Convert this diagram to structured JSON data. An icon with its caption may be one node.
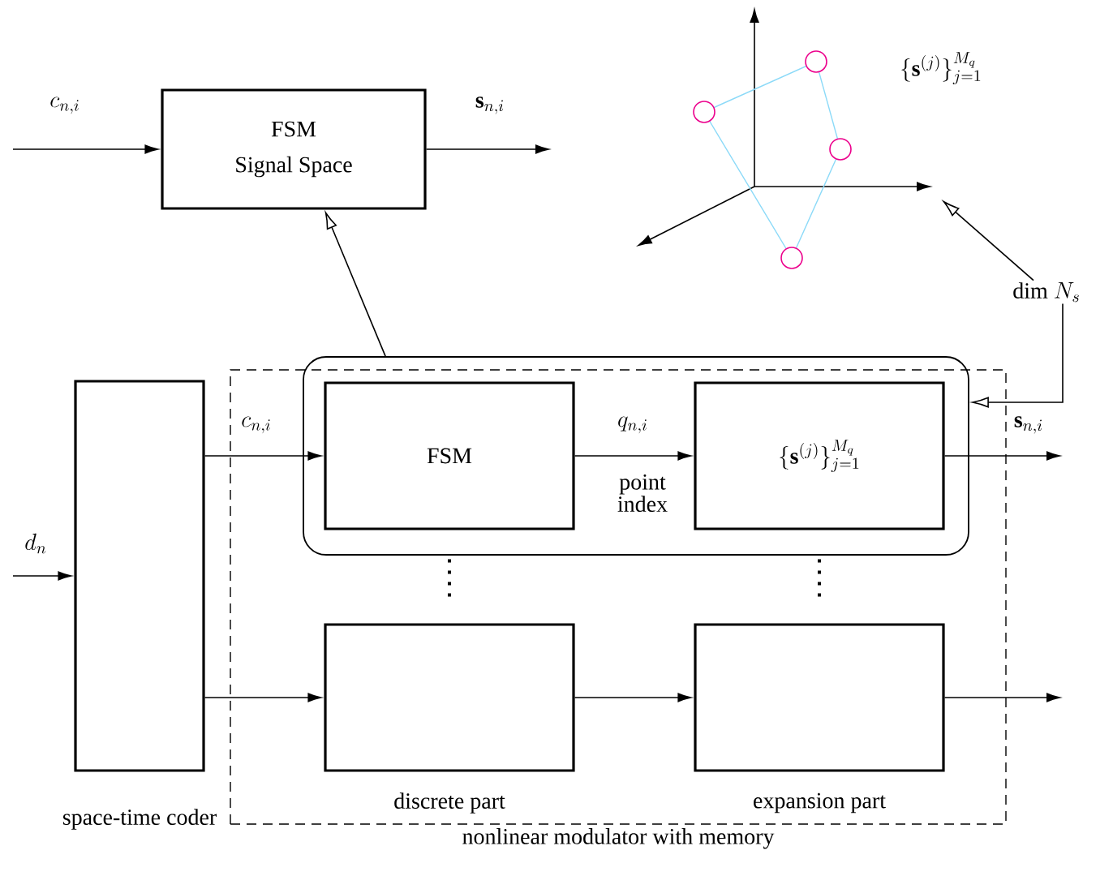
{
  "diagram": {
    "nodes": [
      {
        "text": [
          "FSM",
          "Signal Space"
        ]
      },
      {
        "text": [
          "nonlinear modulator with memory"
        ]
      },
      {
        "text": [],
        "shape": "box"
      },
      {
        "text": [
          "FSM"
        ],
        "in": 2
      },
      {
        "text": [
          "\\{\\mathbf{s}^{(j)}\\}_{j=1}^{M_q}"
        ],
        "in": 2
      },
      {
        "text": [],
        "shape": "box",
        "in": 1,
        "beside": [
          "discrete  part"
        ]
      },
      {
        "text": [],
        "shape": "box",
        "in": 1,
        "beside": [
          "expansion part"
        ]
      },
      {
        "text": [],
        "shape": "box",
        "beside": [
          "space-time coder"
        ]
      },
      {
        "text": [],
        "shape": "picture",
        "beside": [
          "\\{\\mathbf{s}^{(j)}\\}_{j=1}^{M_q}"
        ]
      },
      {
        "text": [
          "\\mathrm{dim}\\ N_s"
        ]
      }
    ],
    "edges": [
      {
        "from": null,
        "to": 0,
        "arrow": "to",
        "label": "c_{n,i}"
      },
      {
        "from": 0,
        "to": null,
        "arrow": "to",
        "label": "\\mathbf{s}_{n,i}"
      },
      {
        "from": 2,
        "to": 0,
        "arrow": "to"
      },
      {
        "from": 9,
        "to": 8,
        "arrow": "to"
      },
      {
        "from": 9,
        "to": 2,
        "arrow": "to"
      },
      {
        "from": 7,
        "to": 3,
        "arrow": "to",
        "label": "c_{n,i}"
      },
      {
        "from": 3,
        "to": 4,
        "arrow": "to",
        "label": "q_{n,i}"
      },
      {
        "from": 4,
        "to": null,
        "arrow": "to",
        "label": "\\mathbf{s}_{n,i}"
      },
      {
        "from": 7,
        "to": 5,
        "arrow": "to"
      },
      {
        "from": 5,
        "to": 6,
        "arrow": "to"
      },
      {
        "from": 6,
        "to": null,
        "arrow": "to"
      },
      {
        "from": null,
        "to": 7,
        "arrow": "to",
        "label": "d_n"
      },
      {
        "from": 3,
        "to": 5,
        "arrow": "none",
        "style": "dashed"
      },
      {
        "from": 4,
        "to": 6,
        "arrow": "none",
        "style": "dashed"
      }
    ],
    "labels": [
      "point index"
    ]
  }
}
